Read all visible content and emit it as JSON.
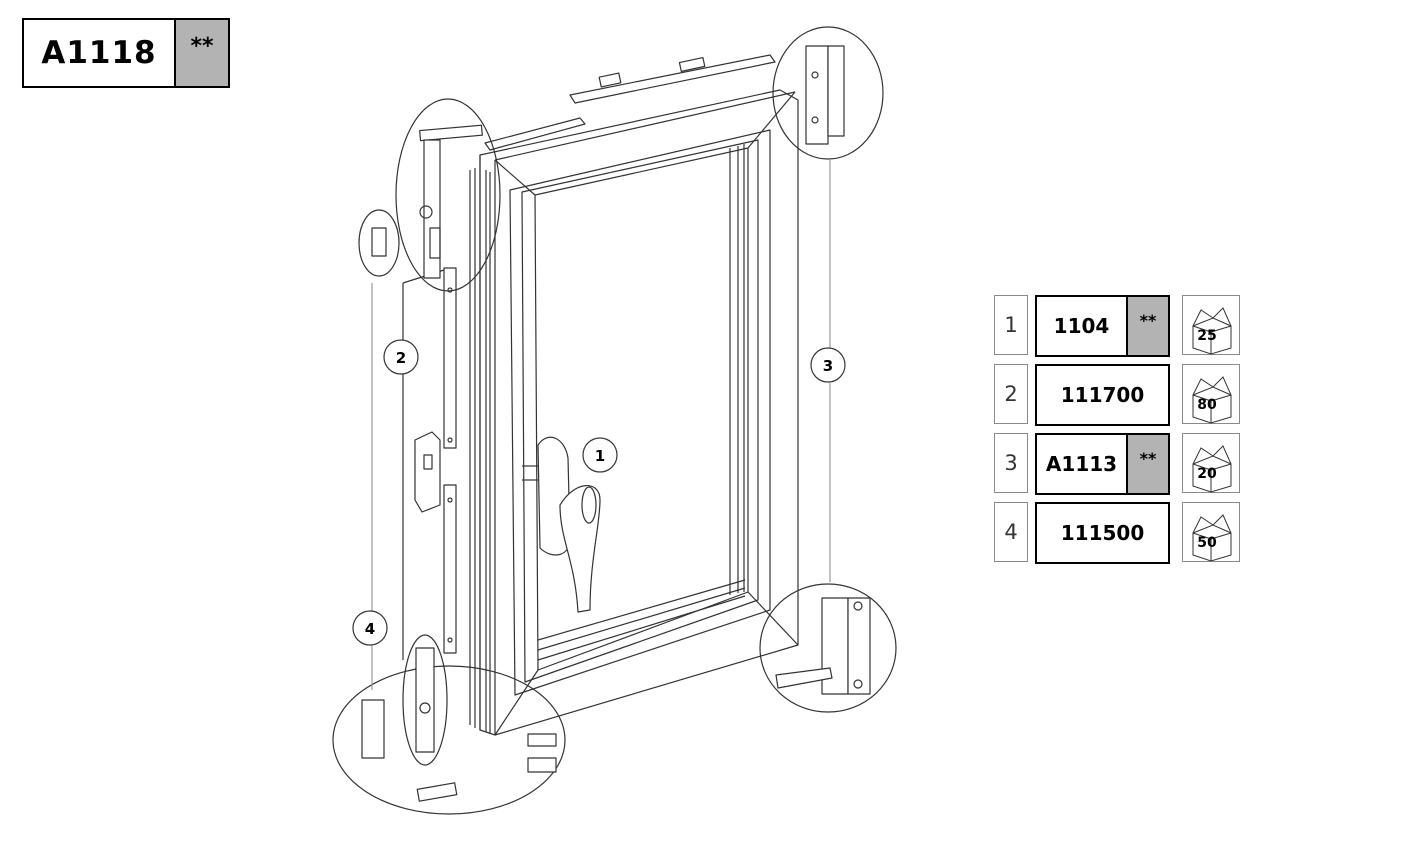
{
  "header": {
    "code": "A1118",
    "mark": "**"
  },
  "callouts": [
    {
      "label": "1"
    },
    {
      "label": "2"
    },
    {
      "label": "3"
    },
    {
      "label": "4"
    }
  ],
  "parts": [
    {
      "index": "1",
      "code": "1104",
      "mark": "**",
      "pack_qty": "25",
      "pack_icon": "box-icon"
    },
    {
      "index": "2",
      "code": "111700",
      "mark": "",
      "pack_qty": "80",
      "pack_icon": "box-icon"
    },
    {
      "index": "3",
      "code": "A1113",
      "mark": "**",
      "pack_qty": "20",
      "pack_icon": "box-icon"
    },
    {
      "index": "4",
      "code": "111500",
      "mark": "",
      "pack_qty": "50",
      "pack_icon": "box-icon"
    }
  ],
  "colors": {
    "mark_fill": "#b3b3b3",
    "line": "#333333"
  }
}
